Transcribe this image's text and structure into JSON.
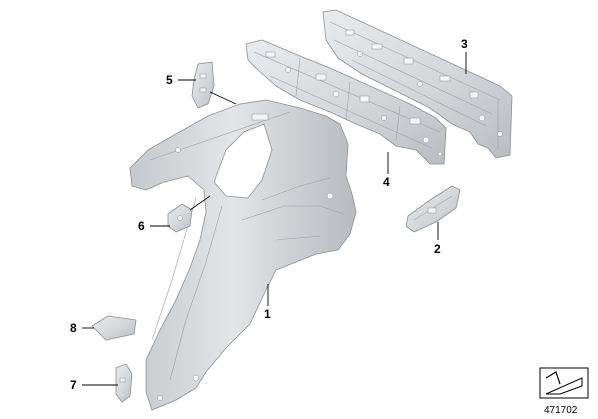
{
  "callouts": [
    {
      "id": "1",
      "label": "1"
    },
    {
      "id": "2",
      "label": "2"
    },
    {
      "id": "3",
      "label": "3"
    },
    {
      "id": "4",
      "label": "4"
    },
    {
      "id": "5",
      "label": "5"
    },
    {
      "id": "6",
      "label": "6"
    },
    {
      "id": "7",
      "label": "7"
    },
    {
      "id": "8",
      "label": "8"
    }
  ],
  "catalog_number": "471702",
  "colors": {
    "part_fill": "#d4d7da",
    "part_shadow": "#b9bdc2",
    "part_highlight": "#e9ebed",
    "outline": "#8a8f95",
    "callout": "#000000"
  },
  "icons": {
    "view_direction": "view-direction-arrow-icon"
  }
}
